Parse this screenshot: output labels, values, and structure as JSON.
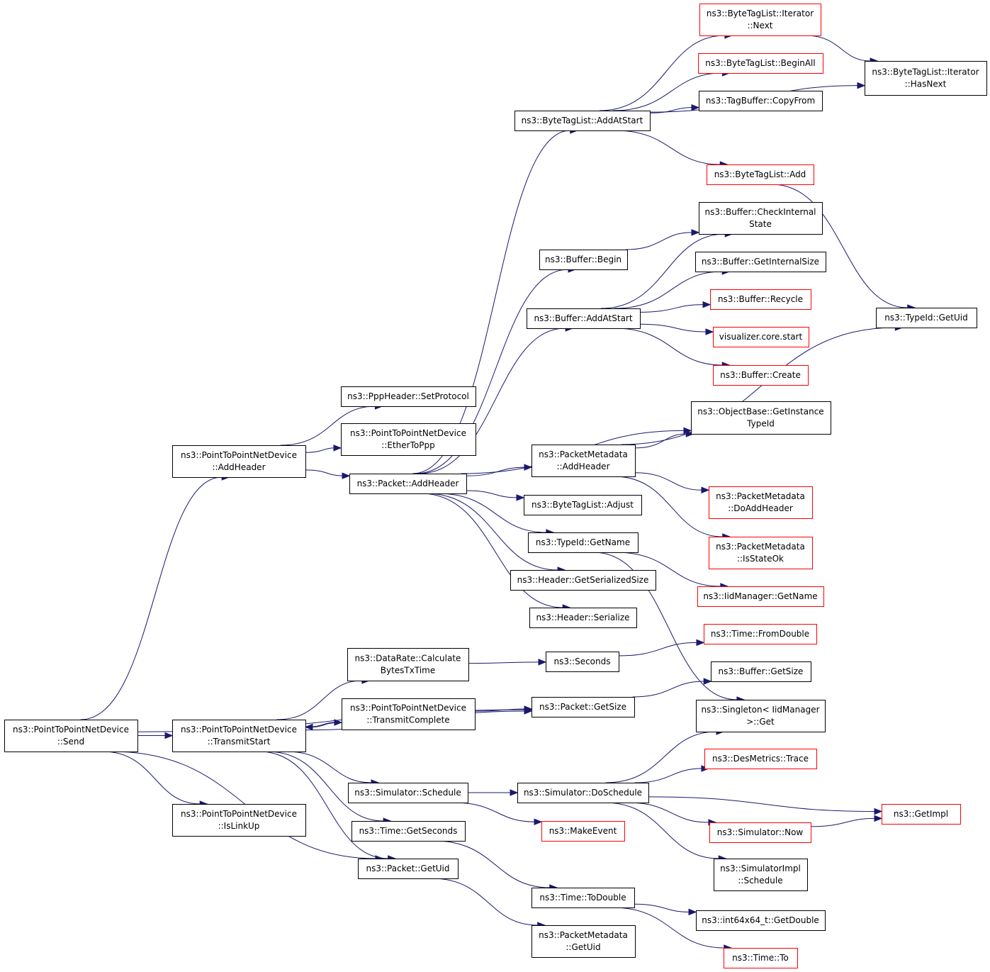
{
  "colors": {
    "edge": "#191970",
    "node_border": "#000000",
    "node_border_truncated": "#ff0000",
    "root_fill": "#bfbfbf",
    "node_fill": "#ffffff",
    "text": "#000000"
  },
  "nodes": [
    {
      "id": "send",
      "lines": [
        "ns3::PointToPointNetDevice",
        "::Send"
      ],
      "border": "black",
      "root": true
    },
    {
      "id": "p2p_addheader",
      "lines": [
        "ns3::PointToPointNetDevice",
        "::AddHeader"
      ],
      "border": "black"
    },
    {
      "id": "transmitstart",
      "lines": [
        "ns3::PointToPointNetDevice",
        "::TransmitStart"
      ],
      "border": "black"
    },
    {
      "id": "islinkup",
      "lines": [
        "ns3::PointToPointNetDevice",
        "::IsLinkUp"
      ],
      "border": "black"
    },
    {
      "id": "setprotocol",
      "lines": [
        "ns3::PppHeader::SetProtocol"
      ],
      "border": "black"
    },
    {
      "id": "ethertoppp",
      "lines": [
        "ns3::PointToPointNetDevice",
        "::EtherToPpp"
      ],
      "border": "black"
    },
    {
      "id": "packet_addheader",
      "lines": [
        "ns3::Packet::AddHeader"
      ],
      "border": "black"
    },
    {
      "id": "calcbytes",
      "lines": [
        "ns3::DataRate::Calculate",
        "BytesTxTime"
      ],
      "border": "black"
    },
    {
      "id": "transmitcomplete",
      "lines": [
        "ns3::PointToPointNetDevice",
        "::TransmitComplete"
      ],
      "border": "black"
    },
    {
      "id": "sim_schedule",
      "lines": [
        "ns3::Simulator::Schedule"
      ],
      "border": "black"
    },
    {
      "id": "time_getseconds",
      "lines": [
        "ns3::Time::GetSeconds"
      ],
      "border": "black"
    },
    {
      "id": "packet_getuid",
      "lines": [
        "ns3::Packet::GetUid"
      ],
      "border": "black"
    },
    {
      "id": "btl_addatstart",
      "lines": [
        "ns3::ByteTagList::AddAtStart"
      ],
      "border": "black"
    },
    {
      "id": "buffer_begin",
      "lines": [
        "ns3::Buffer::Begin"
      ],
      "border": "black"
    },
    {
      "id": "buffer_addatstart",
      "lines": [
        "ns3::Buffer::AddAtStart"
      ],
      "border": "black"
    },
    {
      "id": "pm_addheader",
      "lines": [
        "ns3::PacketMetadata",
        "::AddHeader"
      ],
      "border": "black"
    },
    {
      "id": "btl_adjust",
      "lines": [
        "ns3::ByteTagList::Adjust"
      ],
      "border": "black"
    },
    {
      "id": "typeid_getname",
      "lines": [
        "ns3::TypeId::GetName"
      ],
      "border": "black"
    },
    {
      "id": "header_getsersize",
      "lines": [
        "ns3::Header::GetSerializedSize"
      ],
      "border": "black"
    },
    {
      "id": "header_serialize",
      "lines": [
        "ns3::Header::Serialize"
      ],
      "border": "black"
    },
    {
      "id": "seconds",
      "lines": [
        "ns3::Seconds"
      ],
      "border": "black"
    },
    {
      "id": "packet_getsize",
      "lines": [
        "ns3::Packet::GetSize"
      ],
      "border": "black"
    },
    {
      "id": "sim_doschedule",
      "lines": [
        "ns3::Simulator::DoSchedule"
      ],
      "border": "black"
    },
    {
      "id": "time_todouble",
      "lines": [
        "ns3::Time::ToDouble"
      ],
      "border": "black"
    },
    {
      "id": "pm_getuid",
      "lines": [
        "ns3::PacketMetadata",
        "::GetUid"
      ],
      "border": "black"
    },
    {
      "id": "btl_it_next",
      "lines": [
        "ns3::ByteTagList::Iterator",
        "::Next"
      ],
      "border": "red"
    },
    {
      "id": "btl_beginall",
      "lines": [
        "ns3::ByteTagList::BeginAll"
      ],
      "border": "red"
    },
    {
      "id": "tagbuffer_copyfrom",
      "lines": [
        "ns3::TagBuffer::CopyFrom"
      ],
      "border": "black"
    },
    {
      "id": "btl_add",
      "lines": [
        "ns3::ByteTagList::Add"
      ],
      "border": "red"
    },
    {
      "id": "buffer_checkinternal",
      "lines": [
        "ns3::Buffer::CheckInternal",
        "State"
      ],
      "border": "black"
    },
    {
      "id": "buffer_getinternalsize",
      "lines": [
        "ns3::Buffer::GetInternalSize"
      ],
      "border": "black"
    },
    {
      "id": "buffer_recycle",
      "lines": [
        "ns3::Buffer::Recycle"
      ],
      "border": "red"
    },
    {
      "id": "viz_start",
      "lines": [
        "visualizer.core.start"
      ],
      "border": "red"
    },
    {
      "id": "buffer_create",
      "lines": [
        "ns3::Buffer::Create"
      ],
      "border": "red"
    },
    {
      "id": "objectbase_getinst",
      "lines": [
        "ns3::ObjectBase::GetInstance",
        "TypeId"
      ],
      "border": "black"
    },
    {
      "id": "pm_doaddheader",
      "lines": [
        "ns3::PacketMetadata",
        "::DoAddHeader"
      ],
      "border": "red"
    },
    {
      "id": "pm_isstateok",
      "lines": [
        "ns3::PacketMetadata",
        "::IsStateOk"
      ],
      "border": "red"
    },
    {
      "id": "iidmgr_getname",
      "lines": [
        "ns3::IidManager::GetName"
      ],
      "border": "red"
    },
    {
      "id": "time_fromdouble",
      "lines": [
        "ns3::Time::FromDouble"
      ],
      "border": "red"
    },
    {
      "id": "buffer_getsize",
      "lines": [
        "ns3::Buffer::GetSize"
      ],
      "border": "black"
    },
    {
      "id": "singleton_get",
      "lines": [
        "ns3::Singleton< IidManager",
        " >::Get"
      ],
      "border": "black"
    },
    {
      "id": "desmetrics_trace",
      "lines": [
        "ns3::DesMetrics::Trace"
      ],
      "border": "red"
    },
    {
      "id": "sim_now",
      "lines": [
        "ns3::Simulator::Now"
      ],
      "border": "red"
    },
    {
      "id": "simimpl_schedule",
      "lines": [
        "ns3::SimulatorImpl",
        "::Schedule"
      ],
      "border": "black"
    },
    {
      "id": "int64_getdouble",
      "lines": [
        "ns3::int64x64_t::GetDouble"
      ],
      "border": "black"
    },
    {
      "id": "time_to",
      "lines": [
        "ns3::Time::To"
      ],
      "border": "red"
    },
    {
      "id": "makeevent",
      "lines": [
        "ns3::MakeEvent"
      ],
      "border": "red"
    },
    {
      "id": "btl_it_hasnext",
      "lines": [
        "ns3::ByteTagList::Iterator",
        "::HasNext"
      ],
      "border": "black"
    },
    {
      "id": "typeid_getuid",
      "lines": [
        "ns3::TypeId::GetUid"
      ],
      "border": "black"
    },
    {
      "id": "getimpl",
      "lines": [
        "ns3::GetImpl"
      ],
      "border": "red"
    }
  ],
  "edges": [
    {
      "from": "send",
      "to": "p2p_addheader"
    },
    {
      "from": "send",
      "to": "transmitstart"
    },
    {
      "from": "send",
      "to": "islinkup"
    },
    {
      "from": "send",
      "to": "packet_getsize"
    },
    {
      "from": "send",
      "to": "packet_getuid"
    },
    {
      "from": "p2p_addheader",
      "to": "setprotocol"
    },
    {
      "from": "p2p_addheader",
      "to": "ethertoppp"
    },
    {
      "from": "p2p_addheader",
      "to": "packet_addheader"
    },
    {
      "from": "transmitstart",
      "to": "calcbytes"
    },
    {
      "from": "transmitstart",
      "to": "transmitcomplete"
    },
    {
      "from": "transmitstart",
      "to": "packet_getsize"
    },
    {
      "from": "transmitstart",
      "to": "sim_schedule"
    },
    {
      "from": "transmitstart",
      "to": "time_getseconds"
    },
    {
      "from": "transmitstart",
      "to": "packet_getuid"
    },
    {
      "from": "transmitcomplete",
      "to": "transmitstart"
    },
    {
      "from": "transmitcomplete",
      "to": "packet_getsize"
    },
    {
      "from": "packet_addheader",
      "to": "btl_addatstart"
    },
    {
      "from": "packet_addheader",
      "to": "buffer_begin"
    },
    {
      "from": "packet_addheader",
      "to": "buffer_addatstart"
    },
    {
      "from": "packet_addheader",
      "to": "objectbase_getinst"
    },
    {
      "from": "packet_addheader",
      "to": "pm_addheader"
    },
    {
      "from": "packet_addheader",
      "to": "btl_adjust"
    },
    {
      "from": "packet_addheader",
      "to": "typeid_getname"
    },
    {
      "from": "packet_addheader",
      "to": "header_getsersize"
    },
    {
      "from": "packet_addheader",
      "to": "header_serialize"
    },
    {
      "from": "btl_addatstart",
      "to": "btl_it_next"
    },
    {
      "from": "btl_addatstart",
      "to": "btl_beginall"
    },
    {
      "from": "btl_addatstart",
      "to": "tagbuffer_copyfrom"
    },
    {
      "from": "btl_addatstart",
      "to": "btl_it_hasnext"
    },
    {
      "from": "btl_addatstart",
      "to": "btl_add"
    },
    {
      "from": "btl_it_next",
      "to": "btl_it_hasnext"
    },
    {
      "from": "btl_add",
      "to": "typeid_getuid"
    },
    {
      "from": "buffer_begin",
      "to": "buffer_checkinternal"
    },
    {
      "from": "buffer_addatstart",
      "to": "buffer_checkinternal"
    },
    {
      "from": "buffer_addatstart",
      "to": "buffer_getinternalsize"
    },
    {
      "from": "buffer_addatstart",
      "to": "buffer_recycle"
    },
    {
      "from": "buffer_addatstart",
      "to": "viz_start"
    },
    {
      "from": "buffer_addatstart",
      "to": "buffer_create"
    },
    {
      "from": "pm_addheader",
      "to": "objectbase_getinst"
    },
    {
      "from": "pm_addheader",
      "to": "typeid_getuid"
    },
    {
      "from": "pm_addheader",
      "to": "pm_doaddheader"
    },
    {
      "from": "pm_addheader",
      "to": "pm_isstateok"
    },
    {
      "from": "typeid_getname",
      "to": "iidmgr_getname"
    },
    {
      "from": "typeid_getname",
      "to": "singleton_get"
    },
    {
      "from": "calcbytes",
      "to": "seconds"
    },
    {
      "from": "seconds",
      "to": "time_fromdouble"
    },
    {
      "from": "packet_getsize",
      "to": "buffer_getsize"
    },
    {
      "from": "sim_schedule",
      "to": "sim_doschedule"
    },
    {
      "from": "sim_schedule",
      "to": "makeevent"
    },
    {
      "from": "sim_doschedule",
      "to": "singleton_get"
    },
    {
      "from": "sim_doschedule",
      "to": "desmetrics_trace"
    },
    {
      "from": "sim_doschedule",
      "to": "getimpl"
    },
    {
      "from": "sim_doschedule",
      "to": "sim_now"
    },
    {
      "from": "sim_doschedule",
      "to": "simimpl_schedule"
    },
    {
      "from": "sim_now",
      "to": "getimpl"
    },
    {
      "from": "time_getseconds",
      "to": "time_todouble"
    },
    {
      "from": "time_todouble",
      "to": "int64_getdouble"
    },
    {
      "from": "time_todouble",
      "to": "time_to"
    },
    {
      "from": "packet_getuid",
      "to": "pm_getuid"
    }
  ]
}
